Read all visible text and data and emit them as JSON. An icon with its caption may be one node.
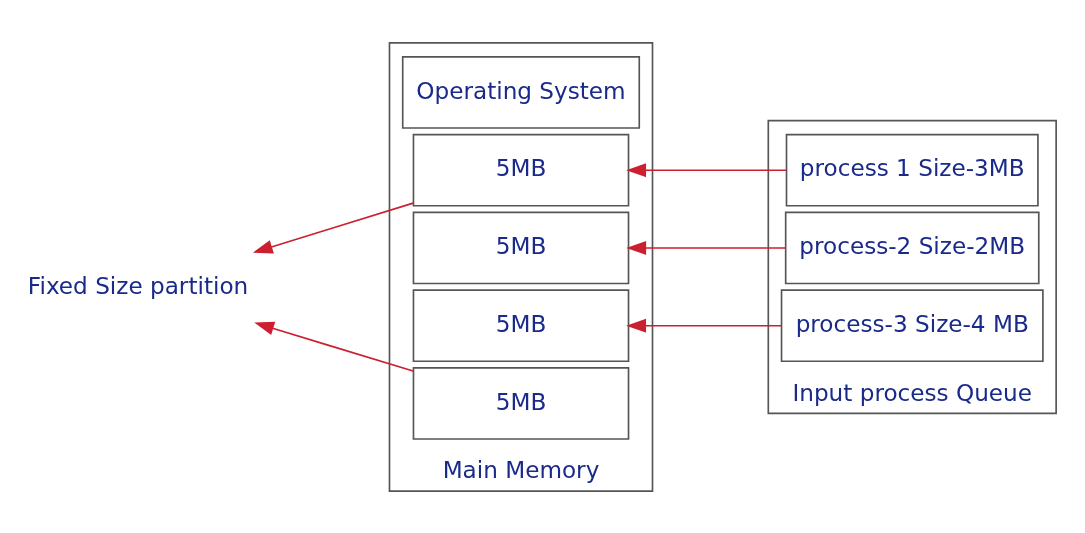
{
  "diagram": {
    "nodes": [
      {
        "text": [
          "Main Memory"
        ]
      },
      {
        "text": [
          "Operating System"
        ],
        "in": 0
      },
      {
        "text": [
          "5MB"
        ],
        "in": 0
      },
      {
        "text": [
          "5MB"
        ],
        "in": 0
      },
      {
        "text": [
          "5MB"
        ],
        "in": 0
      },
      {
        "text": [
          "5MB"
        ],
        "in": 0
      },
      {
        "text": [
          "Input process Queue"
        ]
      },
      {
        "text": [
          "process 1 Size-3MB"
        ],
        "in": 6
      },
      {
        "text": [
          "process-2 Size-2MB"
        ],
        "in": 6
      },
      {
        "text": [
          "process-3 Size-4 MB"
        ],
        "in": 6
      },
      {
        "text": [
          "Fixed Size partition"
        ]
      }
    ],
    "edges": [
      {
        "from": 7,
        "to": 2,
        "arrow": "to"
      },
      {
        "from": 8,
        "to": 3,
        "arrow": "to"
      },
      {
        "from": 9,
        "to": 4,
        "arrow": "to"
      },
      {
        "from": 2,
        "to": 10,
        "arrow": "to"
      },
      {
        "from": 5,
        "to": 10,
        "arrow": "to"
      }
    ]
  }
}
